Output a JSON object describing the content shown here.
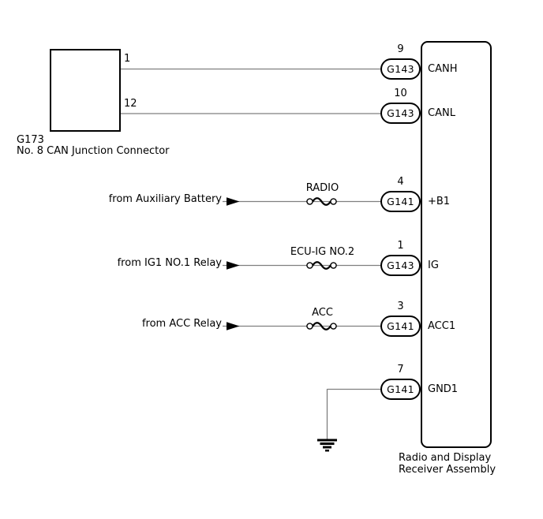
{
  "junction": {
    "id": "G173",
    "name": "No. 8 CAN Junction Connector",
    "pin_top": "1",
    "pin_bottom": "12"
  },
  "assembly": {
    "name_line1": "Radio and Display",
    "name_line2": "Receiver Assembly"
  },
  "rows": [
    {
      "pin": "9",
      "connector": "G143",
      "terminal": "CANH"
    },
    {
      "pin": "10",
      "connector": "G143",
      "terminal": "CANL"
    },
    {
      "pin": "4",
      "connector": "G141",
      "terminal": "+B1",
      "source": "from Auxiliary Battery",
      "fuse": "RADIO"
    },
    {
      "pin": "1",
      "connector": "G143",
      "terminal": "IG",
      "source": "from IG1 NO.1 Relay",
      "fuse": "ECU-IG NO.2"
    },
    {
      "pin": "3",
      "connector": "G141",
      "terminal": "ACC1",
      "source": "from ACC Relay",
      "fuse": "ACC"
    },
    {
      "pin": "7",
      "connector": "G141",
      "terminal": "GND1"
    }
  ],
  "colors": {
    "wire": "#7f7f7f",
    "symbol": "#000000",
    "background": "#ffffff"
  }
}
